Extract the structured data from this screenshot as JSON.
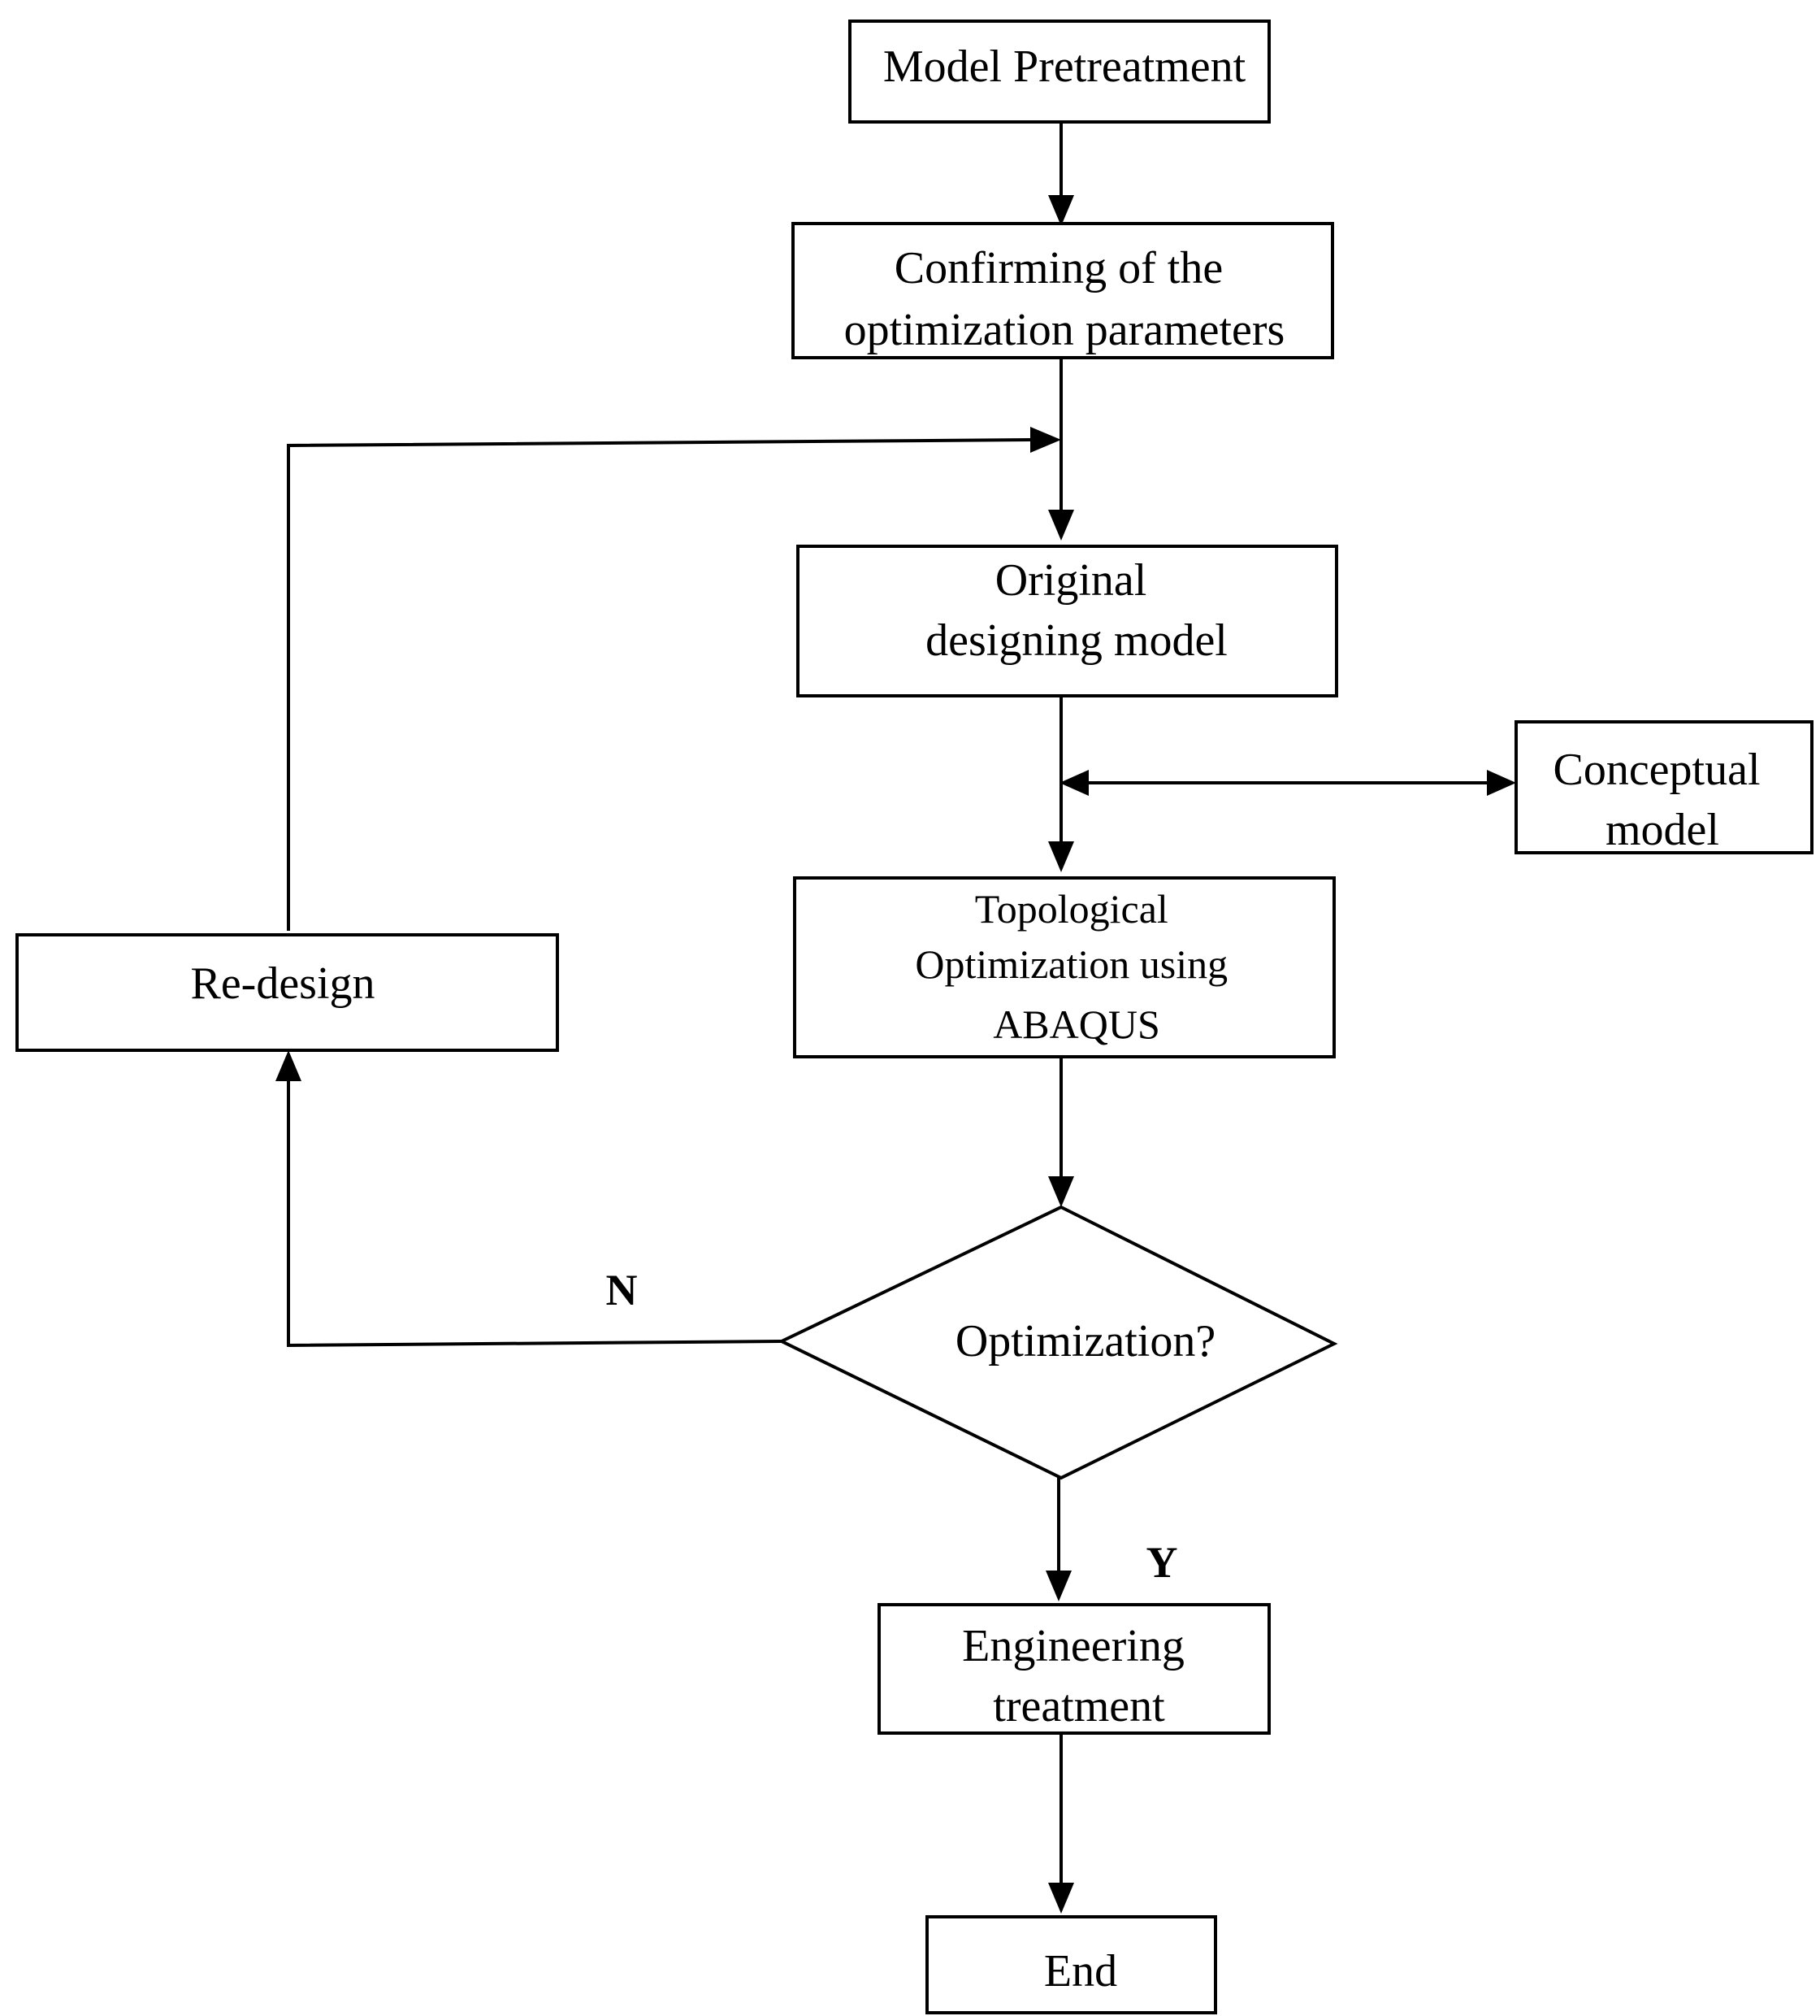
{
  "nodes": {
    "model_pretreatment": {
      "lines": [
        "Model Pretreatment"
      ]
    },
    "confirming_parameters": {
      "lines": [
        "Confirming of the",
        "optimization parameters"
      ]
    },
    "original_model": {
      "lines": [
        "Original",
        "designing model"
      ]
    },
    "conceptual_model": {
      "lines": [
        "Conceptual",
        "model"
      ]
    },
    "topological_optimization": {
      "lines": [
        "Topological",
        "Optimization using",
        "ABAQUS"
      ]
    },
    "re_design": {
      "lines": [
        "Re-design"
      ]
    },
    "optimization_decision": {
      "lines": [
        "Optimization?"
      ]
    },
    "engineering_treatment": {
      "lines": [
        "Engineering",
        "treatment"
      ]
    },
    "end": {
      "lines": [
        "End"
      ]
    }
  },
  "branch_labels": {
    "no": "N",
    "yes": "Y"
  }
}
